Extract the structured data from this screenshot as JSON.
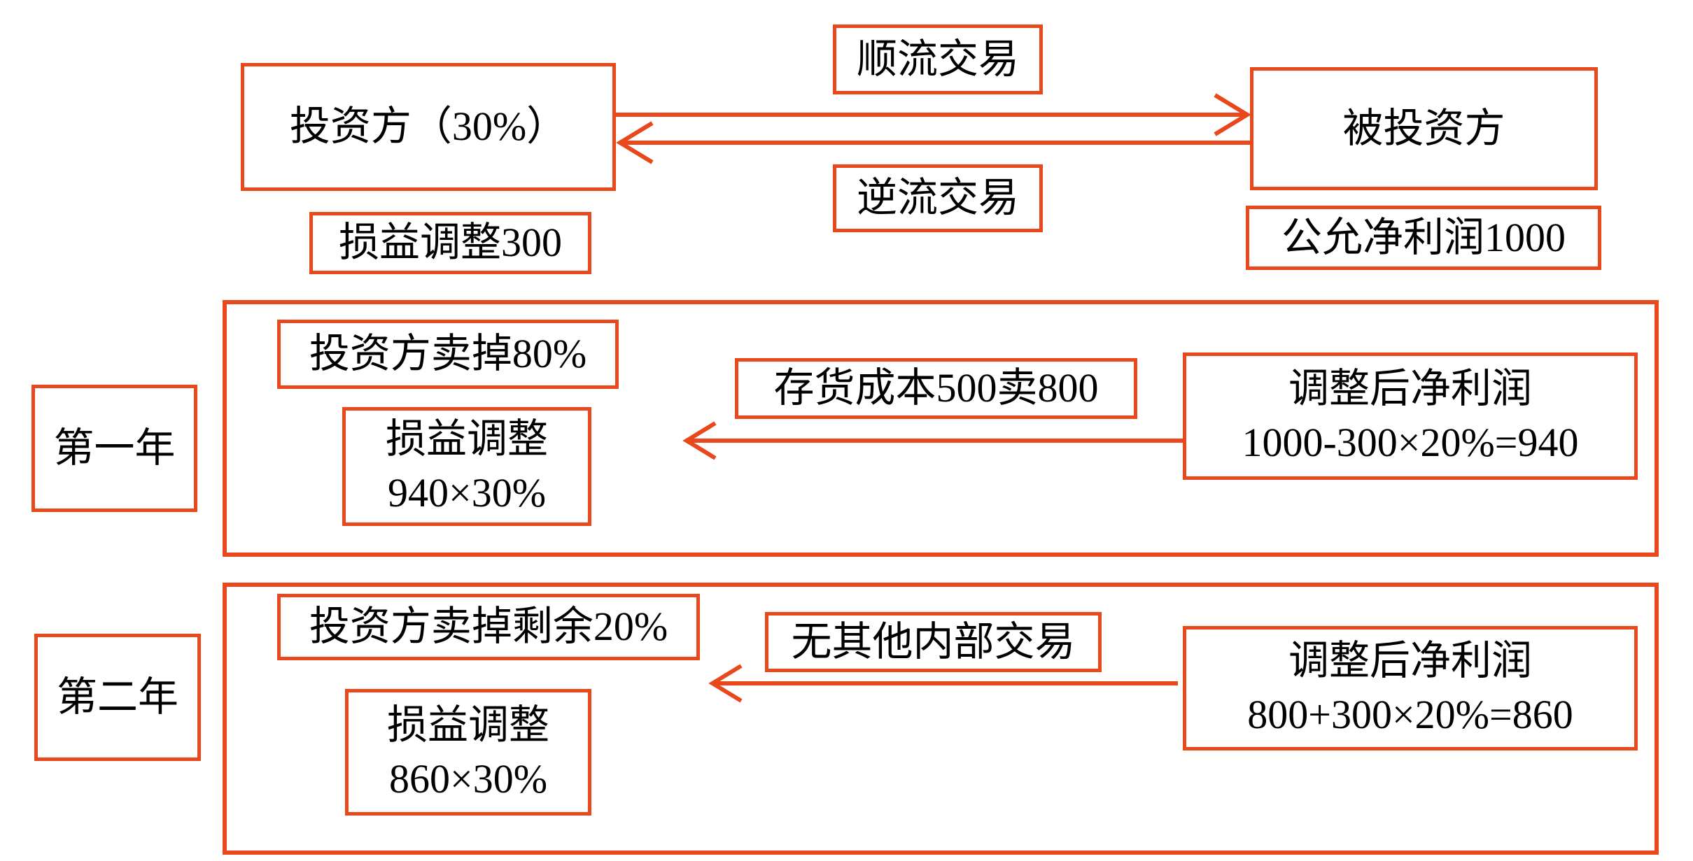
{
  "colors": {
    "accent": "#E8481C",
    "text": "#000000",
    "background": "#FFFFFF"
  },
  "top": {
    "downstream_label": "顺流交易",
    "upstream_label": "逆流交易",
    "investor_label": "投资方（30%）",
    "investee_label": "被投资方",
    "investor_note": "损益调整300",
    "investee_note": "公允净利润1000"
  },
  "year1": {
    "label": "第一年",
    "sell_label": "投资方卖掉80%",
    "transaction_label": "存货成本500卖800",
    "adjusted_profit_line1": "调整后净利润",
    "adjusted_profit_line2": "1000-300×20%=940",
    "equity_adjustment_line1": "损益调整",
    "equity_adjustment_line2": "940×30%"
  },
  "year2": {
    "label": "第二年",
    "sell_label": "投资方卖掉剩余20%",
    "transaction_label": "无其他内部交易",
    "adjusted_profit_line1": "调整后净利润",
    "adjusted_profit_line2": "800+300×20%=860",
    "equity_adjustment_line1": "损益调整",
    "equity_adjustment_line2": "860×30%"
  }
}
